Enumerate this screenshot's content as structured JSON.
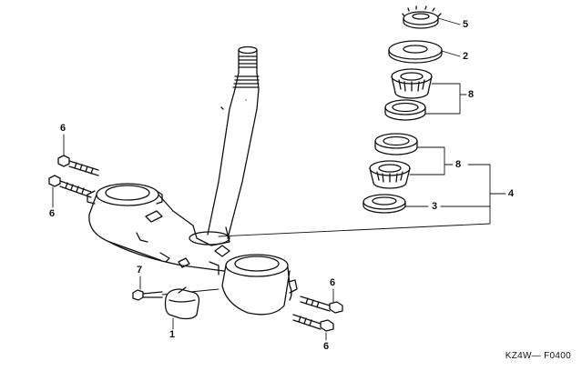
{
  "diagram": {
    "callouts": {
      "c5": "5",
      "c2": "2",
      "c8a": "8",
      "c8b": "8",
      "c4": "4",
      "c3": "3",
      "c6a": "6",
      "c6b": "6",
      "c6c": "6",
      "c6d": "6",
      "c7": "7",
      "c1": "1"
    },
    "code": "KZ4W— F0400"
  }
}
